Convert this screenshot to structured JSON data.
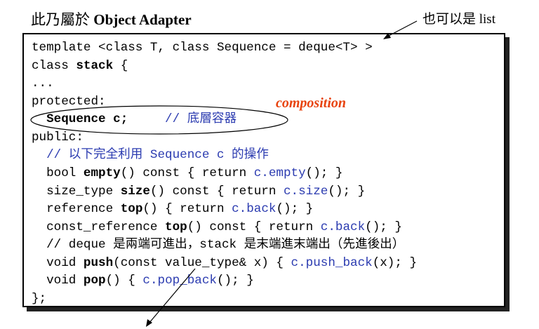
{
  "header": {
    "prefix": "此乃屬於 ",
    "title_bold": "Object Adapter",
    "note": "也可以是 list"
  },
  "annotation": {
    "composition": "composition"
  },
  "code": {
    "l1": "template <class T, class Sequence = deque<T> >",
    "l2_a": "class ",
    "l2_b": "stack",
    "l2_c": " {",
    "l3": "...",
    "l4": "protected:",
    "l5_a": "  Sequence c;",
    "l5_b": "     // 底層容器",
    "l6": "public:",
    "l7": "  // 以下完全利用 Sequence c 的操作",
    "l8_a": "  bool ",
    "l8_b": "empty",
    "l8_c": "() const { return ",
    "l8_d": "c.empty",
    "l8_e": "(); }",
    "l9_a": "  size_type ",
    "l9_b": "size",
    "l9_c": "() const { return ",
    "l9_d": "c.size",
    "l9_e": "(); }",
    "l10_a": "  reference ",
    "l10_b": "top",
    "l10_c": "() { return ",
    "l10_d": "c.back",
    "l10_e": "(); }",
    "l11_a": "  const_reference ",
    "l11_b": "top",
    "l11_c": "() const { return ",
    "l11_d": "c.back",
    "l11_e": "(); }",
    "l12": "  // deque 是兩端可進出，stack 是末端進末端出（先進後出）",
    "l13_a": "  void ",
    "l13_b": "push",
    "l13_c": "(const value_type& x) { ",
    "l13_d": "c.push_back",
    "l13_e": "(x); }",
    "l14_a": "  void ",
    "l14_b": "pop",
    "l14_c": "() { ",
    "l14_d": "c.pop_back",
    "l14_e": "(); }",
    "l15": "};"
  }
}
